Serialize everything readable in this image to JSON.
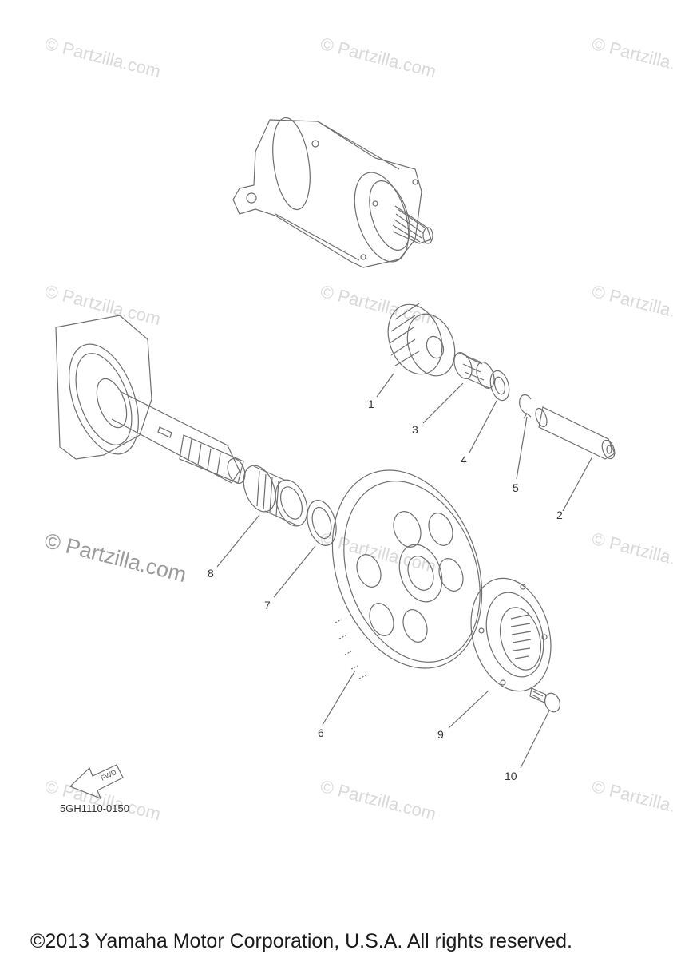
{
  "watermark": "© Partzilla.com",
  "callouts": {
    "p1": "1",
    "p2": "2",
    "p3": "3",
    "p4": "4",
    "p5": "5",
    "p6": "6",
    "p7": "7",
    "p8": "8",
    "p9": "9",
    "p10": "10"
  },
  "fwd_label": "FWD",
  "diagram_code": "5GH1110-0150",
  "copyright": "©2013 Yamaha Motor Corporation, U.S.A. All rights reserved.",
  "line_color": "#6e6e6e"
}
